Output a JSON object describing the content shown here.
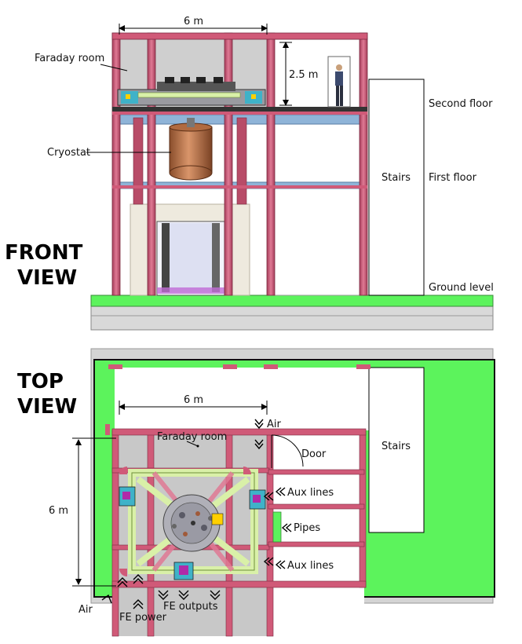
{
  "front_view": {
    "title_line1": "FRONT",
    "title_line2": "VIEW",
    "dim_width": "6 m",
    "dim_height": "2.5 m",
    "faraday_room": "Faraday room",
    "cryostat": "Cryostat",
    "stairs": "Stairs",
    "second_floor": "Second floor",
    "first_floor": "First floor",
    "ground_level": "Ground level"
  },
  "top_view": {
    "title_line1": "TOP",
    "title_line2": "VIEW",
    "dim_width": "6 m",
    "dim_height": "6 m",
    "faraday_room": "Faraday room",
    "air_top": "Air",
    "door": "Door",
    "stairs": "Stairs",
    "aux_lines_1": "Aux lines",
    "pipes": "Pipes",
    "aux_lines_2": "Aux lines",
    "air_bottom": "Air",
    "fe_power": "FE power",
    "fe_outputs": "FE outputs"
  },
  "colors": {
    "frame_pink": "#c8506e",
    "frame_pink_dark": "#8a2d47",
    "slab_green": "#5cf35c",
    "room_grey": "#c8c8c8",
    "beam_blue": "#8fb4d8",
    "cryostat_copper": "#c07c52",
    "cradle_green": "#d9f0a8",
    "wall_beige": "#eeeade"
  }
}
